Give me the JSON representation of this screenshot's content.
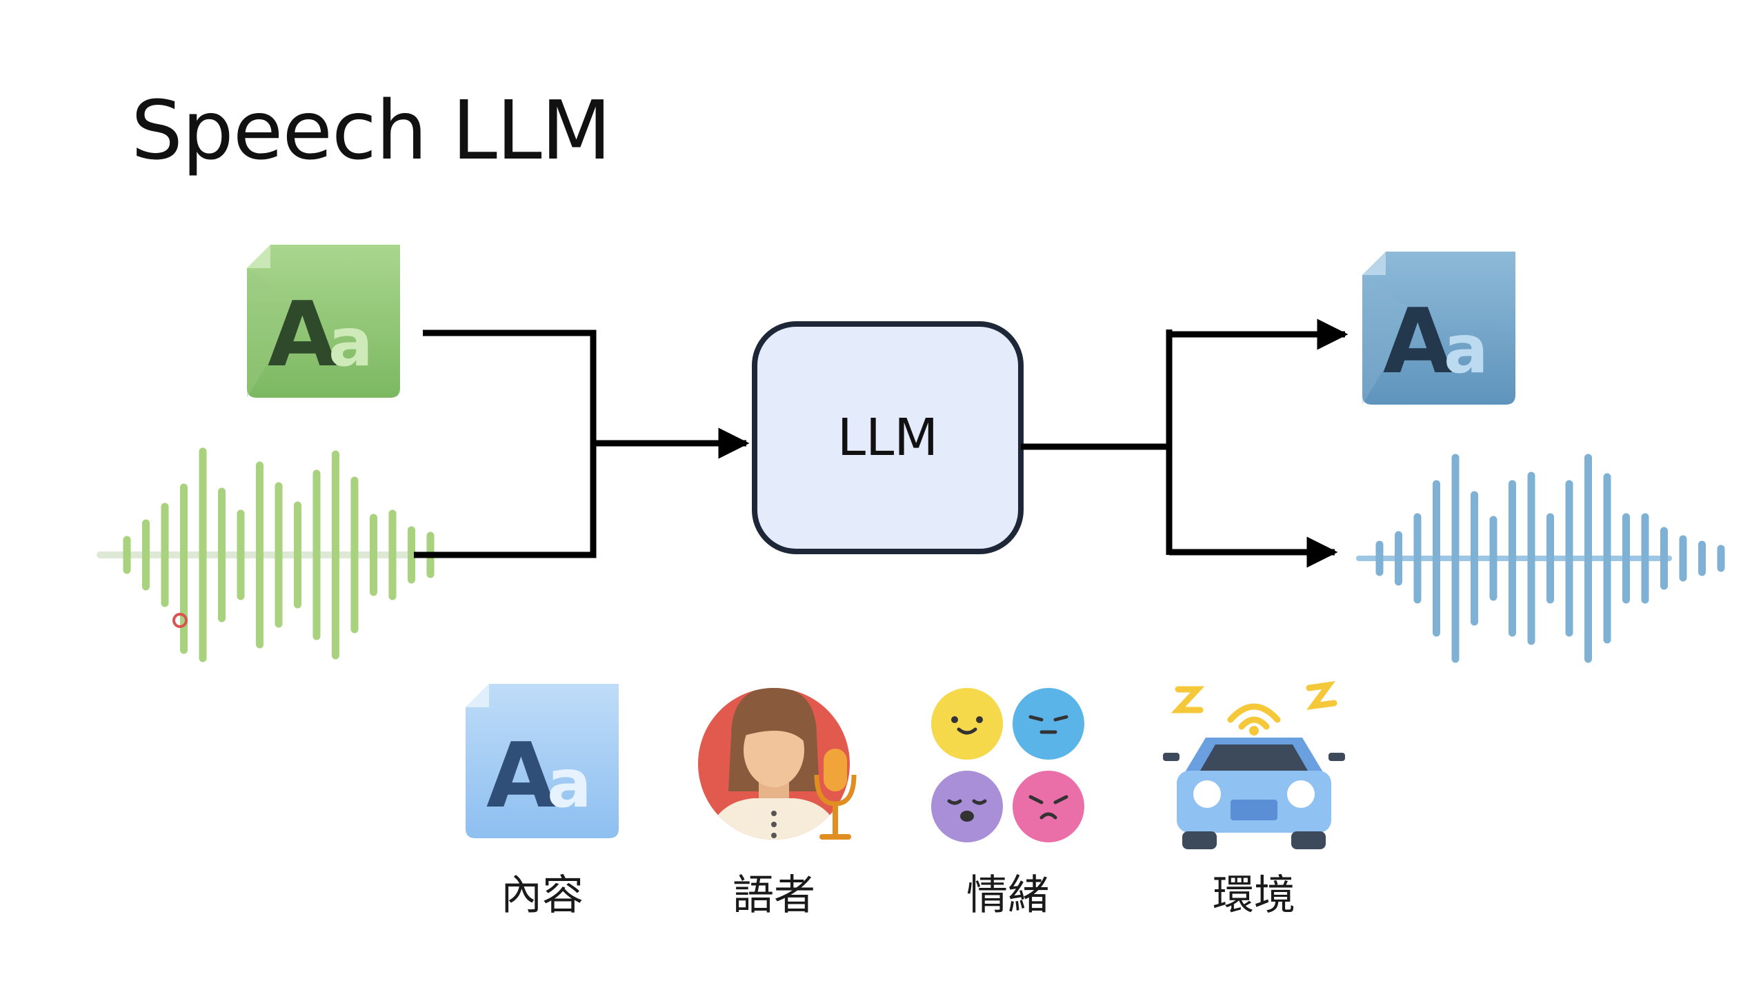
{
  "title": "Speech LLM",
  "model_label": "LLM",
  "inputs": [
    {
      "name": "text",
      "icon": "text-document-icon",
      "color": "#8cc36f"
    },
    {
      "name": "speech",
      "icon": "waveform-icon",
      "color": "#a8d27e"
    }
  ],
  "outputs": [
    {
      "name": "text",
      "icon": "text-document-icon",
      "color": "#6c9ec4"
    },
    {
      "name": "speech",
      "icon": "waveform-icon",
      "color": "#7fb1d4"
    }
  ],
  "categories": [
    {
      "label": "內容",
      "icon": "text-document-icon"
    },
    {
      "label": "語者",
      "icon": "speaker-icon"
    },
    {
      "label": "情緒",
      "icon": "emotion-faces-icon"
    },
    {
      "label": "環境",
      "icon": "car-noise-icon"
    }
  ],
  "colors": {
    "arrow": "#000000",
    "llm_box_fill": "#e4ebfa",
    "llm_box_stroke": "#1e2738",
    "accent_red": "#d9534f"
  }
}
